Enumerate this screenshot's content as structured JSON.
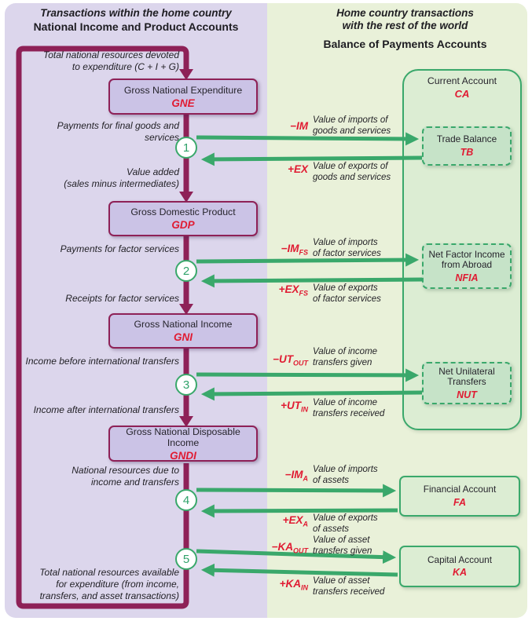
{
  "left": {
    "subtitle": "Transactions within the home country",
    "title": "National Income and Product Accounts",
    "top_note": "Total national resources devoted\nto expenditure (C + I + G)",
    "bottom_note": "Total national resources available\nfor expenditure (from income,\ntransfers, and asset transactions)",
    "boxes": [
      {
        "title": "Gross National Expenditure",
        "abbr": "GNE"
      },
      {
        "title": "Gross Domestic Product",
        "abbr": "GDP"
      },
      {
        "title": "Gross National Income",
        "abbr": "GNI"
      },
      {
        "title": "Gross National Disposable Income",
        "abbr": "GNDI"
      }
    ],
    "notes": [
      "Payments for final goods and services",
      "Value added\n(sales minus intermediates)",
      "Payments for factor services",
      "Receipts for factor services",
      "Income before international transfers",
      "Income after international transfers",
      "National resources due to\nincome and transfers"
    ]
  },
  "right": {
    "subtitle1": "Home country transactions",
    "subtitle2": "with the rest of the world",
    "title": "Balance of Payments Accounts",
    "current_account": {
      "title": "Current Account",
      "abbr": "CA"
    },
    "boxes": [
      {
        "title": "Trade Balance",
        "abbr": "TB"
      },
      {
        "title": "Net Factor Income\nfrom Abroad",
        "abbr": "NFIA"
      },
      {
        "title": "Net Unilateral\nTransfers",
        "abbr": "NUT"
      },
      {
        "title": "Financial Account",
        "abbr": "FA"
      },
      {
        "title": "Capital Account",
        "abbr": "KA"
      }
    ]
  },
  "junctions": [
    {
      "number": "1",
      "out": {
        "label": "−IM",
        "sub": "",
        "desc": "Value of imports of\ngoods and services"
      },
      "in": {
        "label": "+EX",
        "sub": "",
        "desc": "Value of exports of\ngoods and services"
      }
    },
    {
      "number": "2",
      "out": {
        "label": "−IM",
        "sub": "FS",
        "desc": "Value of imports\nof factor services"
      },
      "in": {
        "label": "+EX",
        "sub": "FS",
        "desc": "Value of exports\nof factor services"
      }
    },
    {
      "number": "3",
      "out": {
        "label": "−UT",
        "sub": "OUT",
        "desc": "Value of income\ntransfers given"
      },
      "in": {
        "label": "+UT",
        "sub": "IN",
        "desc": "Value of income\ntransfers received"
      }
    },
    {
      "number": "4",
      "out": {
        "label": "−IM",
        "sub": "A",
        "desc": "Value of imports\nof assets"
      },
      "in": {
        "label": "+EX",
        "sub": "A",
        "desc": "Value of exports\nof assets"
      }
    },
    {
      "number": "5",
      "out": {
        "label": "−KA",
        "sub": "OUT",
        "desc": "Value of asset\ntransfers given"
      },
      "in": {
        "label": "+KA",
        "sub": "IN",
        "desc": "Value of asset\ntransfers received"
      }
    }
  ],
  "colors": {
    "left_bg": "#dcd6ec",
    "right_bg": "#e9f1d9",
    "flow_maroon": "#8e2157",
    "accent_green": "#3aa86b",
    "label_red": "#e01b32",
    "purple_box_fill": "#cbc3e6",
    "green_box_fill": "#c6e3c8",
    "account_group_fill": "#dcedd3"
  }
}
